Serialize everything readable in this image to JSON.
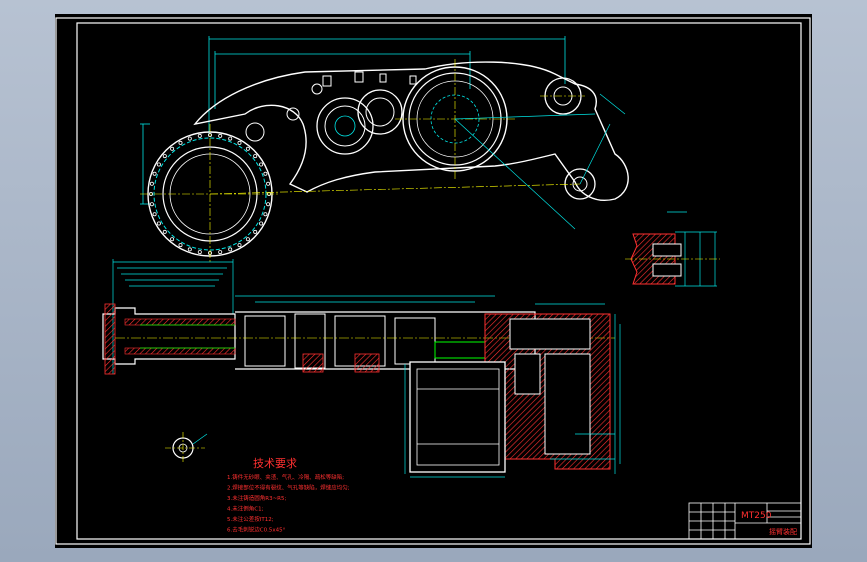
{
  "drawing": {
    "notes_title": "技术要求",
    "notes": [
      "1.铸件无砂眼、夹渣、气孔、冷隔、疏松等缺陷;",
      "2.焊接部位不得有裂纹、气孔等缺陷，焊缝应均匀;",
      "3.未注铸造圆角R3~R5;",
      "4.未注倒角C1;",
      "5.未注公差按IT12;",
      "6.去毛刺锐边C0.5x45°"
    ],
    "title_block": {
      "drawing_code": "MT250",
      "part_name": "摇臂装配"
    }
  },
  "colors": {
    "background": "#000000",
    "frame": "#ffffff",
    "dimension": "#00e5e5",
    "outline": "#ffffff",
    "hidden": "#00ff00",
    "hatch": "#ff3030",
    "center": "#ffff00",
    "notes": "#ff3030"
  }
}
